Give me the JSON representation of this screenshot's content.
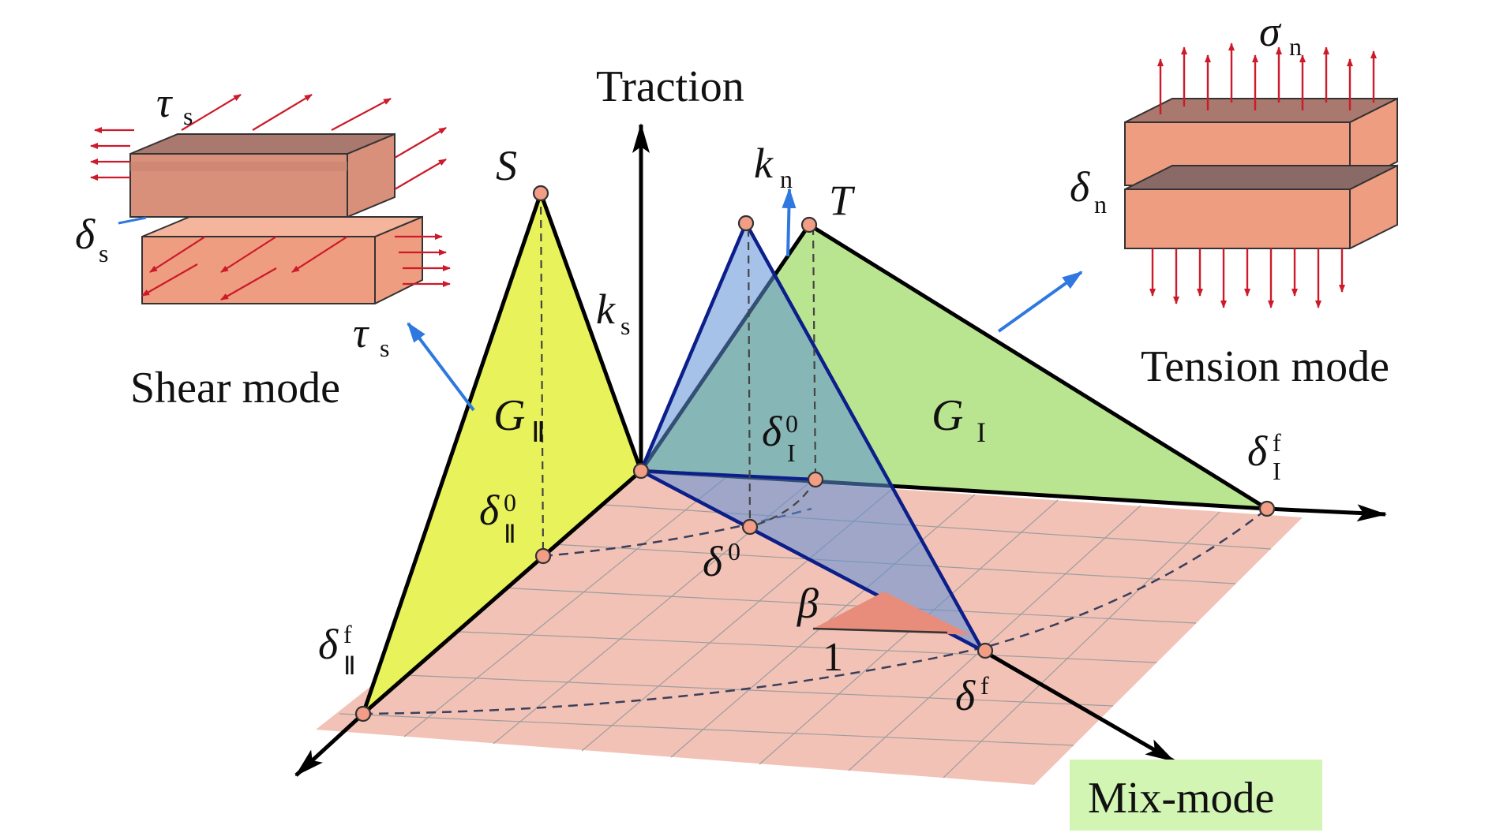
{
  "labels": {
    "traction": "Traction",
    "shear_mode": "Shear mode",
    "tension_mode": "Tension mode",
    "mix_mode": "Mix-mode",
    "S": "S",
    "T": "T",
    "k": "k",
    "n": "n",
    "s": "s",
    "tau": "τ",
    "sigma": "σ",
    "delta": "δ",
    "G": "G",
    "roman_I": "I",
    "roman_II": "Ⅱ",
    "zero": "0",
    "f": "f",
    "beta": "β",
    "one": "1"
  },
  "colors": {
    "shear_triangle": "#e8f25a",
    "tension_triangle": "#b6e48a",
    "mixed_triangle": "#5c8fd6",
    "base_plane": "#f2c2b6",
    "arrow_blue": "#2f78e0",
    "force_arrow_red": "#cc1a2a",
    "block_fill": "#ee9d80",
    "mix_mode_box": "#d2f5b4"
  }
}
